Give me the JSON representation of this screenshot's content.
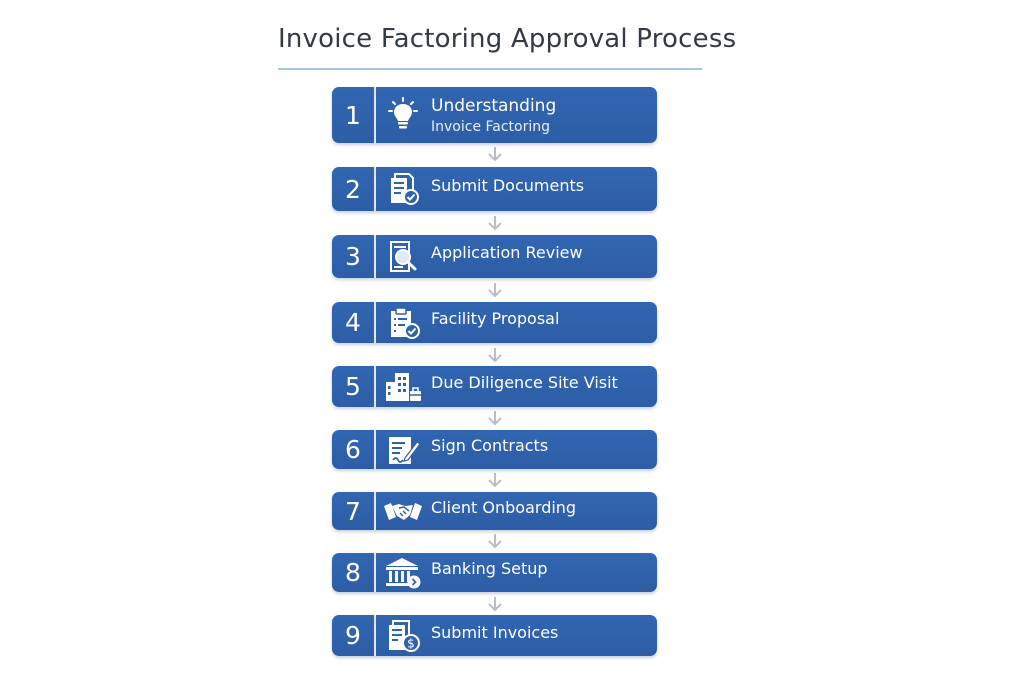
{
  "title": "Invoice Factoring Approval Process",
  "colors": {
    "step_fill": "#2f62ad",
    "title_rule": "#a9c3e4",
    "arrow": "#b9bec6"
  },
  "steps": [
    {
      "number": "1",
      "label": "Understanding",
      "sublabel": "Invoice Factoring",
      "icon": "lightbulb-icon"
    },
    {
      "number": "2",
      "label": "Submit Documents",
      "icon": "documents-check-icon"
    },
    {
      "number": "3",
      "label": "Application Review",
      "icon": "magnifier-document-icon"
    },
    {
      "number": "4",
      "label": "Facility Proposal",
      "icon": "clipboard-check-icon"
    },
    {
      "number": "5",
      "label": "Due Diligence Site Visit",
      "icon": "buildings-icon"
    },
    {
      "number": "6",
      "label": "Sign Contracts",
      "icon": "contract-pen-icon"
    },
    {
      "number": "7",
      "label": "Client Onboarding",
      "icon": "handshake-icon"
    },
    {
      "number": "8",
      "label": "Banking Setup",
      "icon": "bank-icon"
    },
    {
      "number": "9",
      "label": "Submit Invoices",
      "icon": "invoice-dollar-icon"
    }
  ]
}
